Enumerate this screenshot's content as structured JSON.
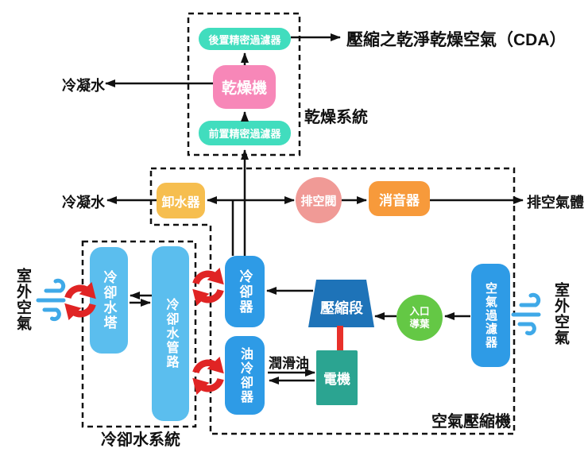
{
  "sections": {
    "drying": {
      "label": "乾燥系統"
    },
    "compressor": {
      "label": "空氣壓縮機"
    },
    "cooling": {
      "label": "冷卻水系統"
    }
  },
  "nodes": {
    "post_filter": "後置精密過濾器",
    "dryer": "乾燥機",
    "pre_filter": "前置精密過濾器",
    "drain": "卸水器",
    "vent_valve": "排空閥",
    "muffler": "消音器",
    "cooler": "冷卻器",
    "compression": "壓縮段",
    "inlet_vane": [
      "入口",
      "導葉"
    ],
    "air_filter": "空氣過濾器",
    "oil_cooler": "油冷卻器",
    "motor": "電機",
    "cooling_tower": "冷卻水塔",
    "cooling_pipes": "冷卻水管路"
  },
  "labels": {
    "cda": "壓縮之乾淨乾燥空氣（CDA）",
    "condensate_top": "冷凝水",
    "condensate_mid": "冷凝水",
    "exhaust": "排空氣體",
    "lubricant": "潤滑油",
    "outdoor_air_left": "室外空氣",
    "outdoor_air_right": "室外空氣"
  },
  "colors": {
    "teal_filter": "#41DDBE",
    "pink_dryer": "#F787B8",
    "orange_drain": "#F6BE4F",
    "salmon_valve": "#F09A96",
    "orange_muffler": "#F79A3B",
    "blue_node": "#2E9BE6",
    "light_blue_node": "#5BBEEE",
    "dark_blue_compression": "#1E73B8",
    "teal_motor": "#2BA491",
    "green_vane": "#64C845",
    "red_accent": "#E02424",
    "wind_blue": "#3FA9E8",
    "line_black": "#111111"
  }
}
